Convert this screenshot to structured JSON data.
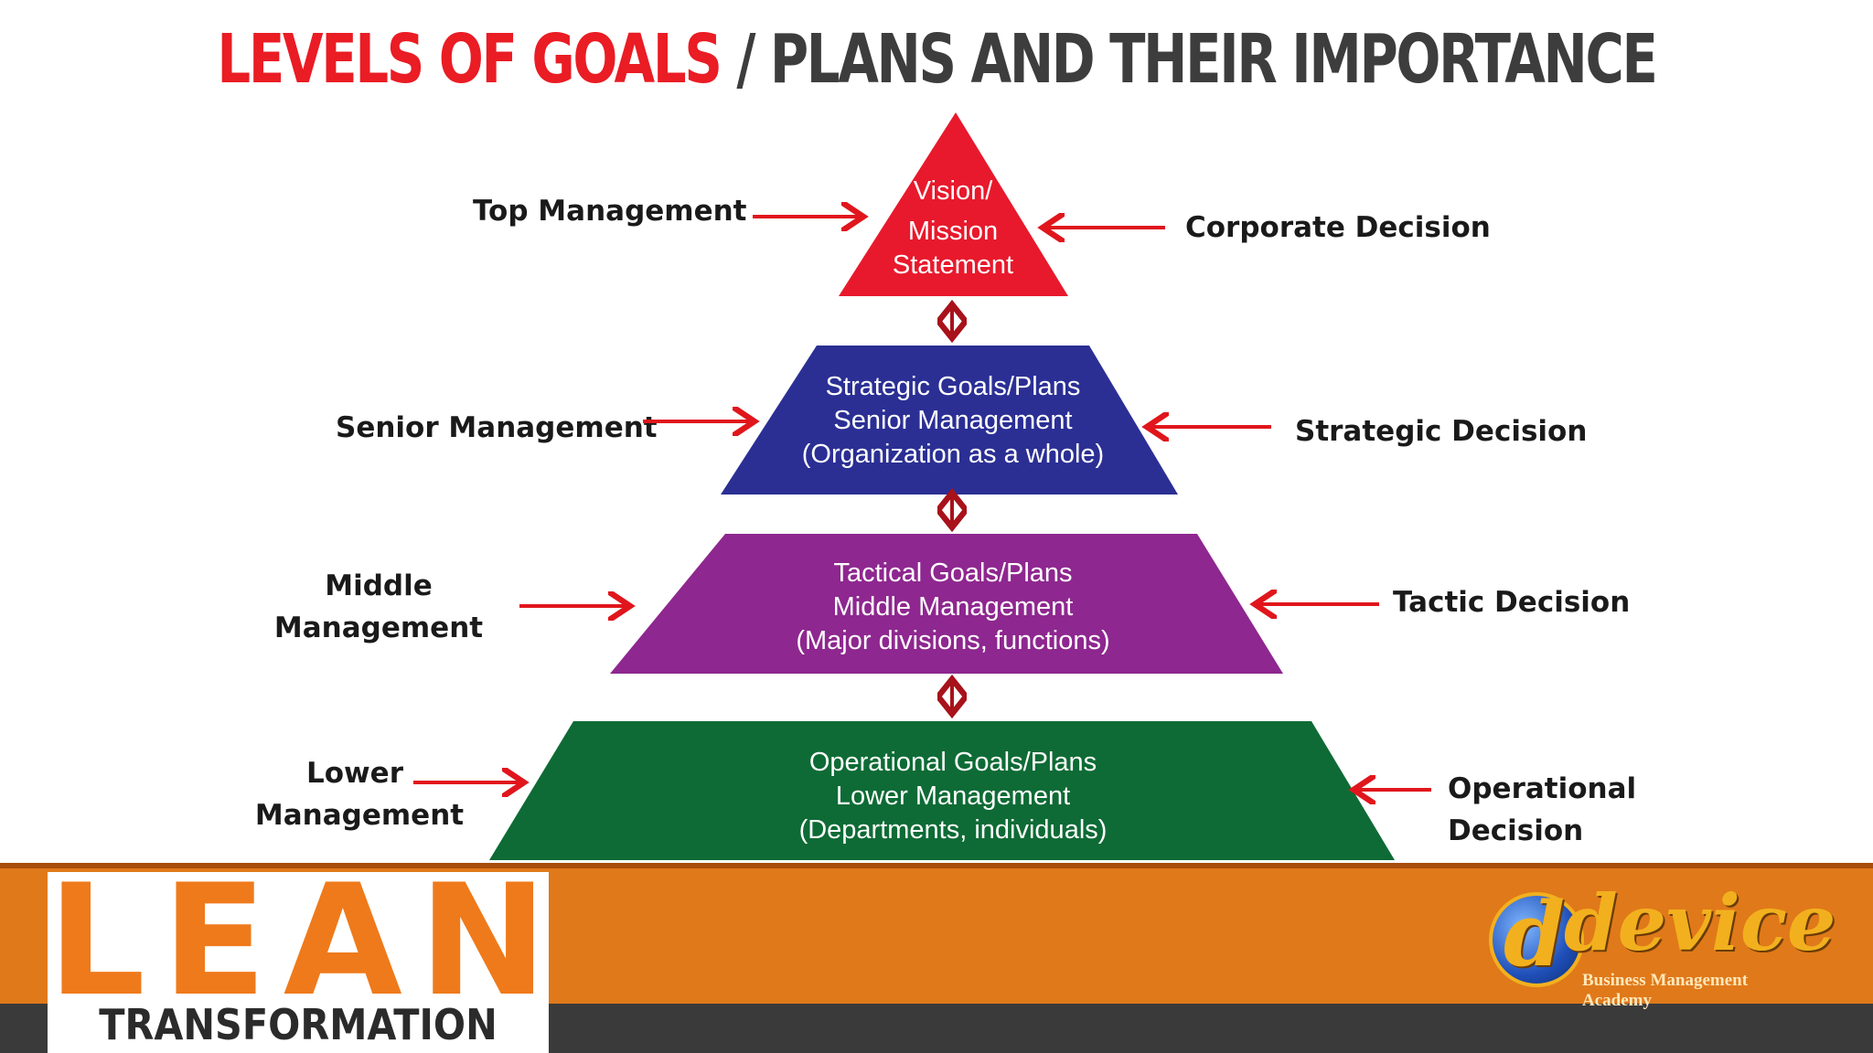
{
  "title": {
    "part1": "LEVELS OF GOALS",
    "part2": " / PLANS AND THEIR IMPORTANCE"
  },
  "colors": {
    "title_red": "#ea1c24",
    "arrow_red": "#e0161c",
    "connector_red": "#a8121a",
    "vision": "#e8192c",
    "strategic": "#2b2f94",
    "tactical": "#8e278f",
    "operational": "#0e6b35",
    "footer_orange": "#e0791a"
  },
  "levels": [
    {
      "lines": [
        "Vision/",
        "Mission",
        "Statement"
      ],
      "left": [
        "Top Management"
      ],
      "right": [
        "Corporate Decision"
      ]
    },
    {
      "lines": [
        "Strategic Goals/Plans",
        "Senior Management",
        "(Organization as a whole)"
      ],
      "left": [
        "Senior Management"
      ],
      "right": [
        "Strategic Decision"
      ]
    },
    {
      "lines": [
        "Tactical Goals/Plans",
        "Middle Management",
        "(Major divisions, functions)"
      ],
      "left": [
        "Middle",
        "Management"
      ],
      "right": [
        "Tactic Decision"
      ]
    },
    {
      "lines": [
        "Operational Goals/Plans",
        "Lower Management",
        "(Departments, individuals)"
      ],
      "left": [
        "Lower",
        "Management"
      ],
      "right": [
        "Operational",
        "Decision"
      ]
    }
  ],
  "footer": {
    "lean_word": "LEAN",
    "lean_sub": "TRANSFORMATION",
    "brand_d": "d",
    "brand_name": "device",
    "brand_sub": "Business Management Academy"
  }
}
